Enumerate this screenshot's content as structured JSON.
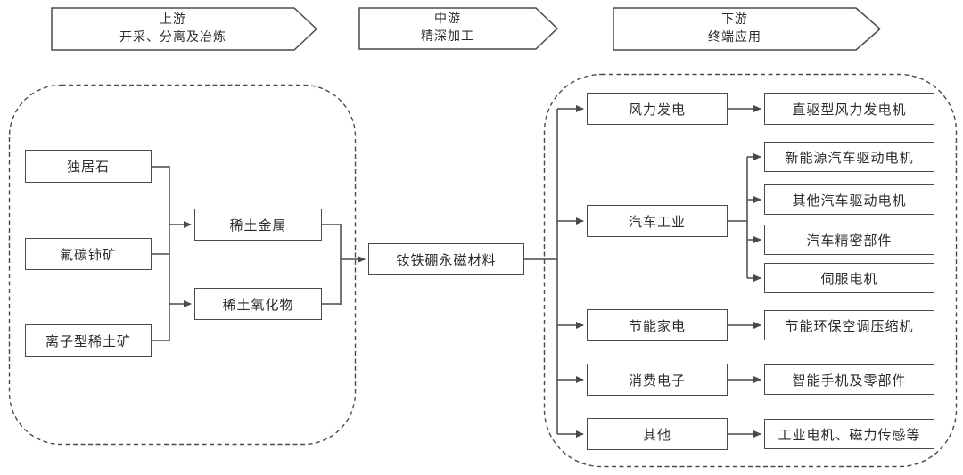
{
  "banners": [
    {
      "stage": "上游",
      "desc": "开采、分离及冶炼"
    },
    {
      "stage": "中游",
      "desc": "精深加工"
    },
    {
      "stage": "下游",
      "desc": "终端应用"
    }
  ],
  "upstream": {
    "ores": [
      "独居石",
      "氟碳铈矿",
      "离子型稀土矿"
    ],
    "refined": [
      "稀土金属",
      "稀土氧化物"
    ]
  },
  "midstream": {
    "product": "钕铁硼永磁材料"
  },
  "downstream": {
    "categories": [
      {
        "label": "风力发电",
        "applications": [
          "直驱型风力发电机"
        ]
      },
      {
        "label": "汽车工业",
        "applications": [
          "新能源汽车驱动电机",
          "其他汽车驱动电机",
          "汽车精密部件",
          "伺服电机"
        ]
      },
      {
        "label": "节能家电",
        "applications": [
          "节能环保空调压缩机"
        ]
      },
      {
        "label": "消费电子",
        "applications": [
          "智能手机及零部件"
        ]
      },
      {
        "label": "其他",
        "applications": [
          "工业电机、磁力传感等"
        ]
      }
    ]
  },
  "colors": {
    "line": "#4a4a4a",
    "text": "#2b2b2b",
    "background": "#ffffff"
  }
}
